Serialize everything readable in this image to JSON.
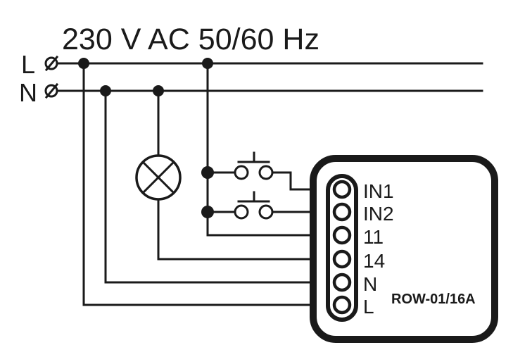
{
  "supply": {
    "voltage_label": "230 V AC 50/60 Hz",
    "line_label": "L",
    "neutral_label": "N",
    "terminal_symbol": "Ø"
  },
  "module": {
    "model": "ROW-01/16A",
    "terminals": [
      {
        "id": "in1",
        "label": "IN1"
      },
      {
        "id": "in2",
        "label": "IN2"
      },
      {
        "id": "t11",
        "label": "11"
      },
      {
        "id": "t14",
        "label": "14"
      },
      {
        "id": "n",
        "label": "N"
      },
      {
        "id": "l",
        "label": "L"
      }
    ]
  },
  "components": {
    "lamp": "lamp-icon",
    "push_button_1": "push-button-icon",
    "push_button_2": "push-button-icon"
  },
  "colors": {
    "ink": "#1a1a1a",
    "background": "#ffffff"
  }
}
